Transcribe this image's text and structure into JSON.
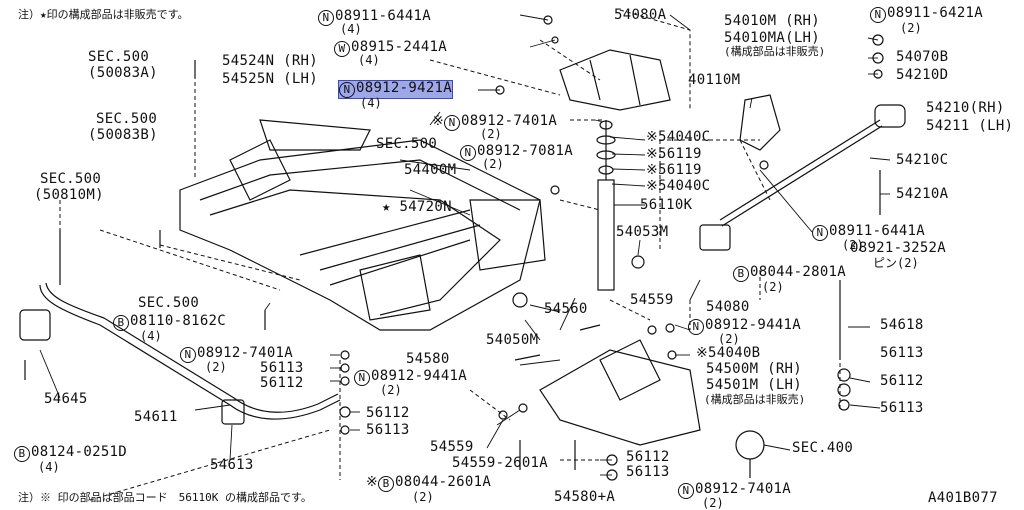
{
  "note_top": "注）★印の構成部品は非販売です。",
  "note_bottom": "注）※ 印の部品は部品コード　56110K の構成部品です。",
  "diagram_id": "A401B077",
  "part_labels": {
    "sec500_a": "SEC.500",
    "sec500_a_ref": "(50083A)",
    "sec500_b": "SEC.500",
    "sec500_b_ref": "(50083B)",
    "sec500_c": "SEC.500",
    "sec500_c_ref": "(50810M)",
    "sec500_d": "SEC.500",
    "sec500_e": "SEC.500",
    "p54524n": "54524N (RH)",
    "p54525n": "54525N (LH)",
    "p54400m": "54400M",
    "p54720n": "54720N",
    "p54080a": "54080A",
    "p54010m": "54010M (RH)",
    "p54010ma": "54010MA(LH)",
    "p54010_note": "(構成部品は非販売)",
    "p40110m": "40110M",
    "p54070b": "54070B",
    "p54210d": "54210D",
    "p54210rh": "54210(RH)",
    "p54211lh": "54211 (LH)",
    "p54210c": "54210C",
    "p54210a": "54210A",
    "p54040c_1": "54040C",
    "p56119_1": "56119",
    "p56119_2": "56119",
    "p54040c_2": "54040C",
    "p56110k": "56110K",
    "p54053m": "54053M",
    "p54560": "54560",
    "p54559_1": "54559",
    "p54080": "54080",
    "p54050m": "54050M",
    "p54580": "54580",
    "p54618": "54618",
    "p56113_r1": "56113",
    "p56112_r": "56112",
    "p56113_r2": "56113",
    "p54040b": "54040B",
    "p54500m": "54500M (RH)",
    "p54501m": "54501M (LH)",
    "p54500_note": "(構成部品は非販売)",
    "p54645": "54645",
    "p54611": "54611",
    "p54613": "54613",
    "p56113_l1": "56113",
    "p56112_l1": "56112",
    "p56112_l2": "56112",
    "p56113_l2": "56113",
    "p54559_2": "54559",
    "p54601a": "54559-2601A",
    "p56112_c": "56112",
    "p56113_c": "56113",
    "p54580a": "54580+A",
    "sec400": "SEC.400"
  },
  "fasteners": [
    {
      "sym": "N",
      "mark": "",
      "code": "08911-6441A",
      "qty": "(4)"
    },
    {
      "sym": "W",
      "mark": "",
      "code": "08915-2441A",
      "qty": "(4)"
    },
    {
      "sym": "N",
      "mark": "",
      "code": "08912-9421A",
      "qty": "(4)"
    },
    {
      "sym": "N",
      "mark": "※",
      "code": "08912-7401A",
      "qty": "(2)"
    },
    {
      "sym": "N",
      "mark": "",
      "code": "08912-7081A",
      "qty": "(2)"
    },
    {
      "sym": "N",
      "mark": "",
      "code": "08911-6421A",
      "qty": "(2)"
    },
    {
      "sym": "N",
      "mark": "",
      "code": "08911-6441A",
      "qty": "(2)"
    },
    {
      "sym": "",
      "mark": "",
      "code": "08921-3252A",
      "qty": "ピン(2)"
    },
    {
      "sym": "B",
      "mark": "",
      "code": "08044-2801A",
      "qty": "(2)"
    },
    {
      "sym": "B",
      "mark": "",
      "code": "08110-8162C",
      "qty": "(4)"
    },
    {
      "sym": "N",
      "mark": "",
      "code": "08912-7401A",
      "qty": "(2)"
    },
    {
      "sym": "N",
      "mark": "",
      "code": "08912-9441A",
      "qty": "(2)"
    },
    {
      "sym": "N",
      "mark": "",
      "code": "08912-9441A",
      "qty": "(2)"
    },
    {
      "sym": "B",
      "mark": "",
      "code": "08124-0251D",
      "qty": "(4)"
    },
    {
      "sym": "B",
      "mark": "※",
      "code": "08044-2601A",
      "qty": "(2)"
    },
    {
      "sym": "N",
      "mark": "",
      "code": "08912-7401A",
      "qty": "(2)"
    }
  ],
  "highlight": {
    "fastener_index": 2,
    "color": "#9ea7e8"
  },
  "marks": {
    "star": "★",
    "ref": "※"
  }
}
